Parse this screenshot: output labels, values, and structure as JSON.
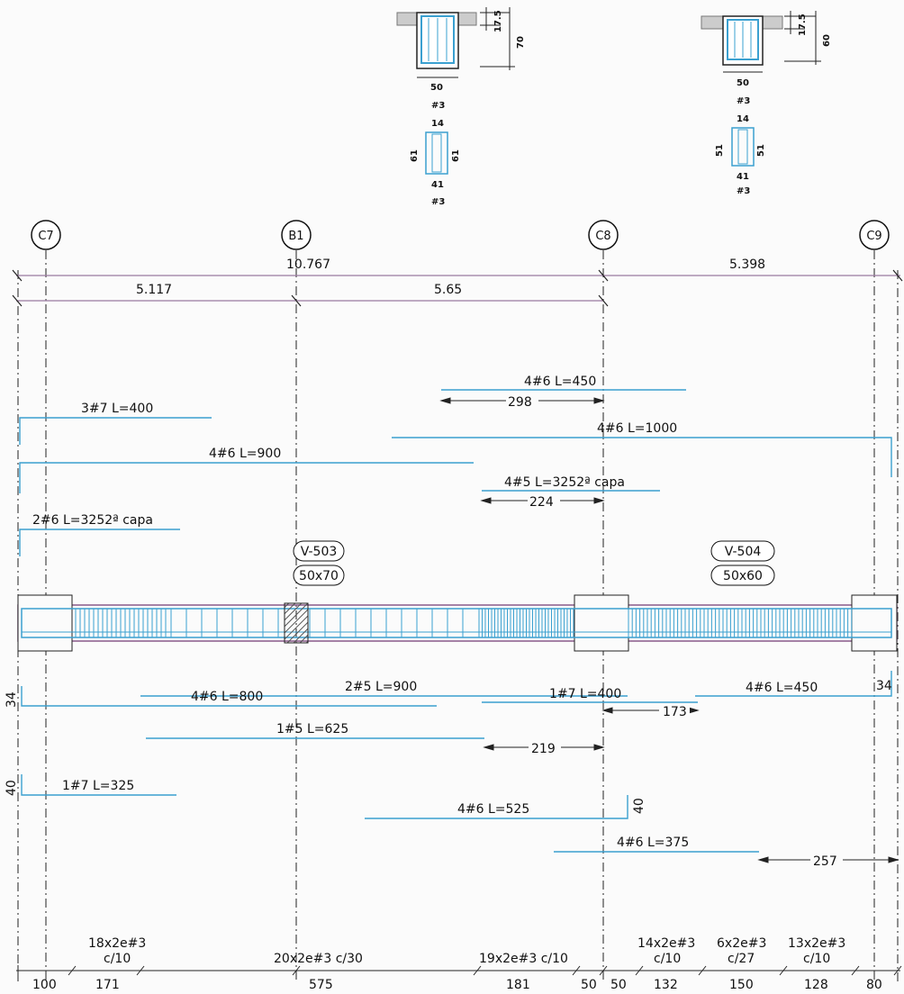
{
  "colors": {
    "rebar": "#3aa0d0",
    "dim": "#9a7aa0",
    "ink": "#111111",
    "hatch": "#555555"
  },
  "sections": {
    "left": {
      "w": "50",
      "h": "70",
      "cover": "17.5",
      "bar": "#3",
      "stirrup_top": "14",
      "stirrup_bot": "41",
      "stirrup_l": "61",
      "stirrup_r": "61"
    },
    "right": {
      "w": "50",
      "h": "60",
      "cover": "17.5",
      "bar": "#3",
      "stirrup_top": "14",
      "stirrup_bot": "41",
      "stirrup_l": "51",
      "stirrup_r": "51"
    }
  },
  "axes": [
    "C7",
    "B1",
    "C8",
    "C9"
  ],
  "dims": {
    "total_left": "10.767",
    "total_right": "5.398",
    "span1": "5.117",
    "span2": "5.65"
  },
  "beams": [
    {
      "name": "V-503",
      "size": "50x70"
    },
    {
      "name": "V-504",
      "size": "50x60"
    }
  ],
  "top_bars": [
    "4#6 L=450",
    "3#7 L=400",
    "4#6 L=1000",
    "4#6 L=900",
    "4#5 L=3252ª capa",
    "2#6 L=3252ª capa"
  ],
  "top_offsets": [
    "298",
    "224"
  ],
  "bottom_bars": [
    "2#5 L=900",
    "4#6 L=800",
    "1#7 L=400",
    "4#6 L=450",
    "1#5 L=625",
    "1#7 L=325",
    "4#6 L=525",
    "4#6 L=375"
  ],
  "bottom_offsets": [
    "173",
    "219",
    "257"
  ],
  "hooks": [
    "34",
    "40",
    "40",
    "34",
    "40"
  ],
  "stirrup_groups": [
    {
      "count": "18x2e#3",
      "spacing": "c/10"
    },
    {
      "count": "20x2e#3 c/30",
      "spacing": ""
    },
    {
      "count": "19x2e#3 c/10",
      "spacing": ""
    },
    {
      "count": "14x2e#3",
      "spacing": "c/10"
    },
    {
      "count": "6x2e#3",
      "spacing": "c/27"
    },
    {
      "count": "13x2e#3",
      "spacing": "c/10"
    }
  ],
  "bottom_dims": [
    "100",
    "171",
    "575",
    "181",
    "50",
    "50",
    "132",
    "150",
    "128",
    "80"
  ]
}
